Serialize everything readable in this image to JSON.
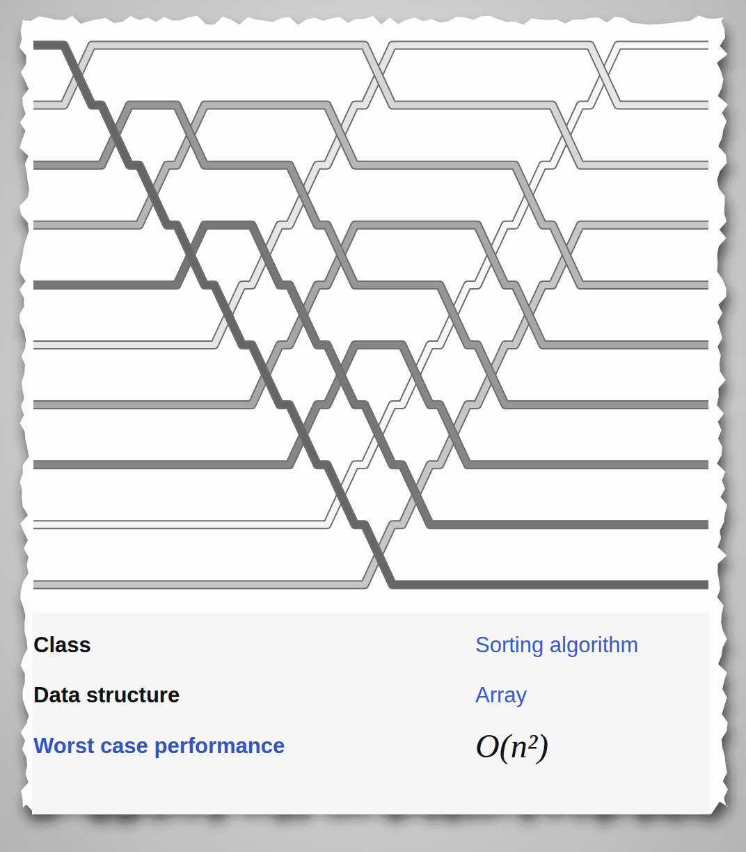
{
  "diagram": {
    "labels": [
      "Class",
      "Sorting algorithm",
      "Data structure",
      "Array",
      "Worst case performance",
      "O(n²)"
    ]
  }
}
